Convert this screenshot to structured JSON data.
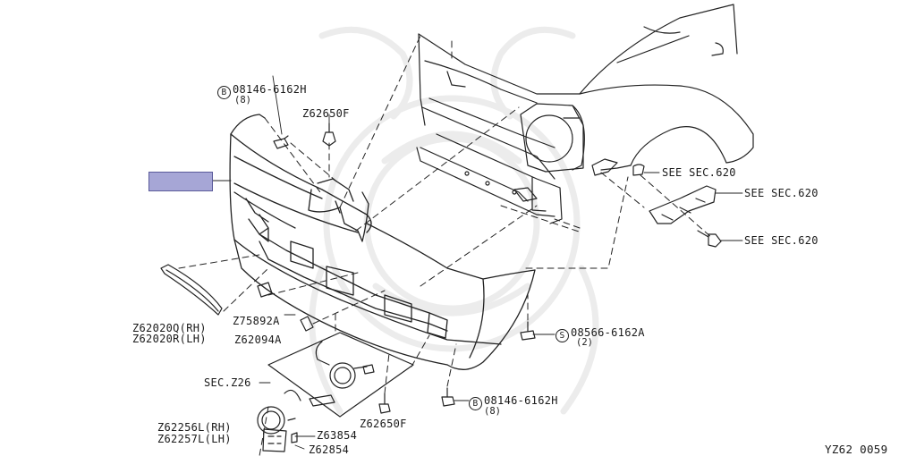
{
  "diagram": {
    "labels": {
      "bolt_b_top": {
        "symbol": "B",
        "code": "08146-6162H",
        "qty": "(8)"
      },
      "clip_top": "Z62650F",
      "see_sec_1": "SEE SEC.620",
      "see_sec_2": "SEE SEC.620",
      "see_sec_3": "SEE SEC.620",
      "molding_rh": "Z62020Q(RH)",
      "molding_lh": "Z62020R(LH)",
      "clip_a": "Z75892A",
      "retainer_a": "Z62094A",
      "screw_s": {
        "symbol": "S",
        "code": "08566-6162A",
        "qty": "(2)"
      },
      "sec_z26": "SEC.Z26",
      "bolt_b_bottom": {
        "symbol": "B",
        "code": "08146-6162H",
        "qty": "(8)"
      },
      "clip_bottom": "Z62650F",
      "foglamp_rh": "Z62256L(RH)",
      "foglamp_lh": "Z62257L(LH)",
      "part_63854": "Z63854",
      "part_62854": "Z62854"
    },
    "highlight_color": "#a6a6d6",
    "figure_code": "YZ62  0059"
  }
}
